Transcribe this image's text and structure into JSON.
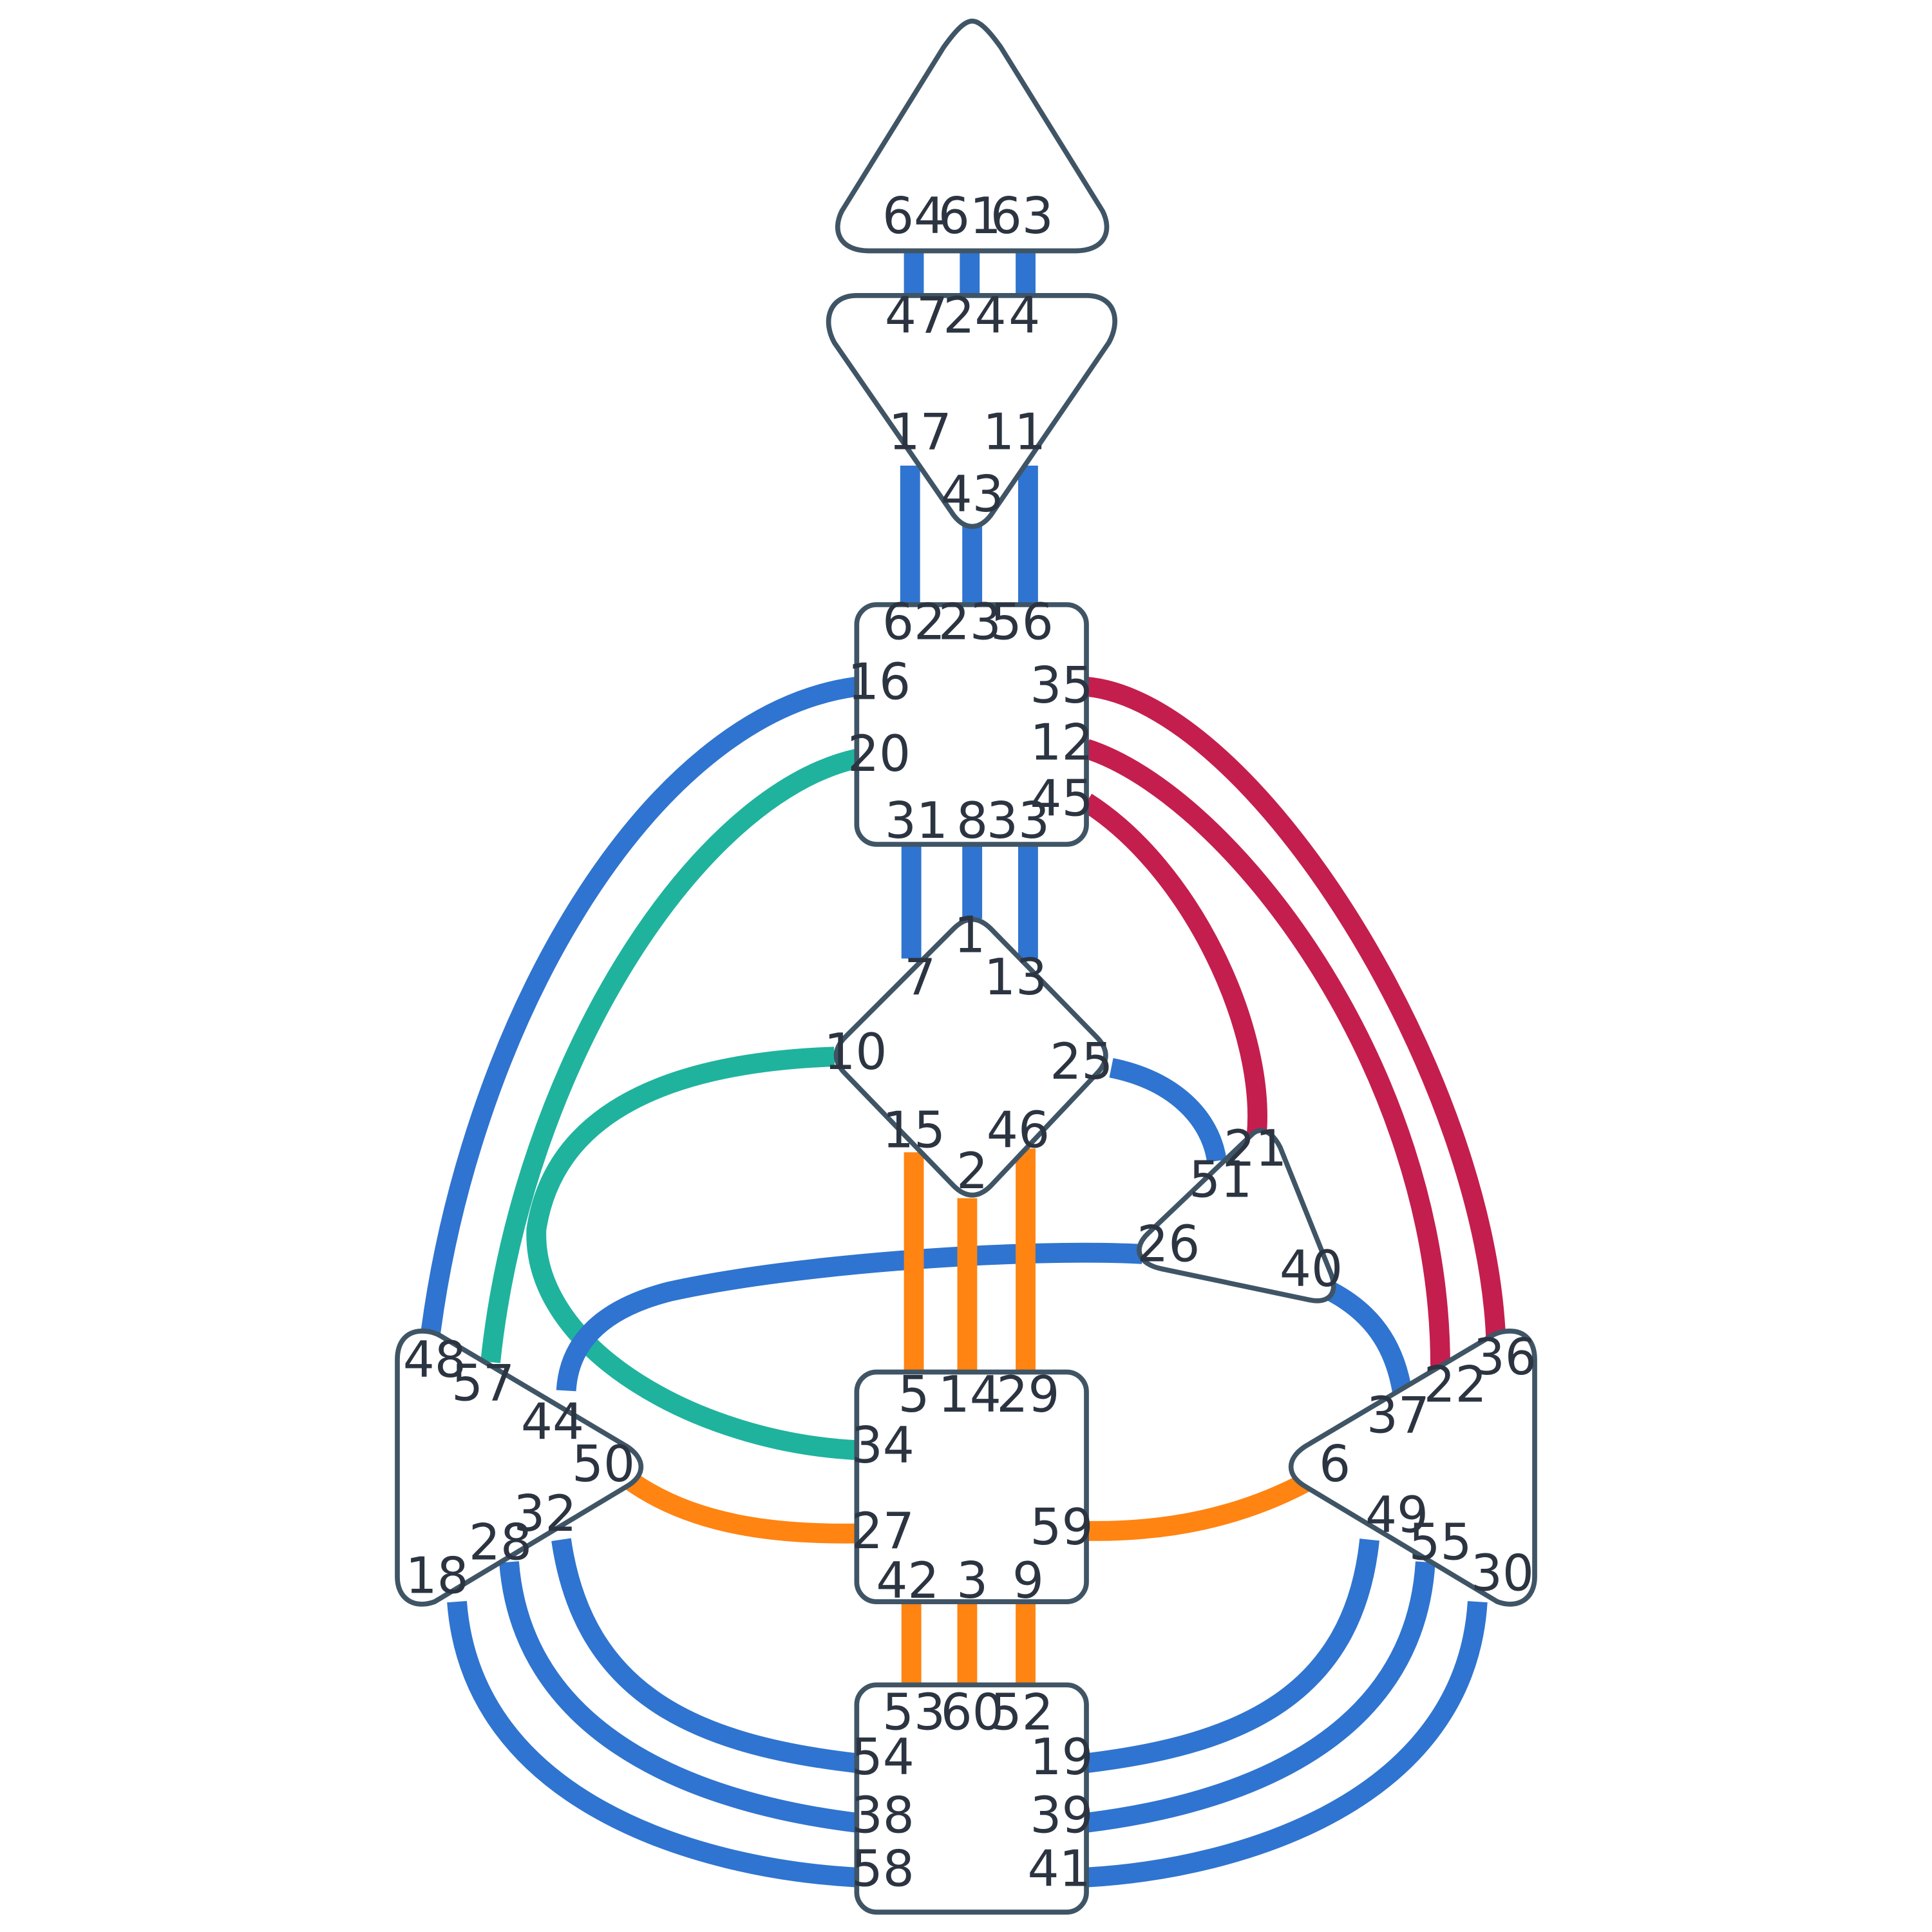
{
  "colors": {
    "blue": "#2f74d0",
    "teal": "#1fb39e",
    "crimson": "#c41e4e",
    "orange": "#ff8412",
    "outline": "#3f5566"
  },
  "centers": [
    {
      "id": "head",
      "gates": [
        "64",
        "61",
        "63"
      ]
    },
    {
      "id": "ajna",
      "gates": [
        "47",
        "24",
        "4",
        "17",
        "11",
        "43"
      ]
    },
    {
      "id": "throat",
      "gates": [
        "62",
        "23",
        "56",
        "16",
        "35",
        "20",
        "12",
        "45",
        "31",
        "8",
        "33"
      ]
    },
    {
      "id": "g",
      "gates": [
        "1",
        "7",
        "13",
        "10",
        "25",
        "15",
        "46",
        "2"
      ]
    },
    {
      "id": "ego",
      "gates": [
        "21",
        "51",
        "26",
        "40"
      ]
    },
    {
      "id": "spleen",
      "gates": [
        "48",
        "57",
        "44",
        "50",
        "32",
        "28",
        "18"
      ]
    },
    {
      "id": "sacral",
      "gates": [
        "5",
        "14",
        "29",
        "34",
        "27",
        "59",
        "42",
        "3",
        "9"
      ]
    },
    {
      "id": "solar-plexus",
      "gates": [
        "36",
        "22",
        "37",
        "6",
        "49",
        "55",
        "30"
      ]
    },
    {
      "id": "root",
      "gates": [
        "53",
        "60",
        "52",
        "54",
        "19",
        "38",
        "39",
        "58",
        "41"
      ]
    }
  ],
  "channels": [
    {
      "gates": [
        "64",
        "47"
      ],
      "color": "blue"
    },
    {
      "gates": [
        "61",
        "24"
      ],
      "color": "blue"
    },
    {
      "gates": [
        "63",
        "4"
      ],
      "color": "blue"
    },
    {
      "gates": [
        "17",
        "62"
      ],
      "color": "blue"
    },
    {
      "gates": [
        "43",
        "23"
      ],
      "color": "blue"
    },
    {
      "gates": [
        "11",
        "56"
      ],
      "color": "blue"
    },
    {
      "gates": [
        "31",
        "7"
      ],
      "color": "blue"
    },
    {
      "gates": [
        "8",
        "1"
      ],
      "color": "blue"
    },
    {
      "gates": [
        "33",
        "13"
      ],
      "color": "blue"
    },
    {
      "gates": [
        "16",
        "48"
      ],
      "color": "blue"
    },
    {
      "gates": [
        "20",
        "57"
      ],
      "color": "teal"
    },
    {
      "gates": [
        "10",
        "34"
      ],
      "color": "teal"
    },
    {
      "gates": [
        "35",
        "36"
      ],
      "color": "crimson"
    },
    {
      "gates": [
        "12",
        "22"
      ],
      "color": "crimson"
    },
    {
      "gates": [
        "45",
        "21"
      ],
      "color": "crimson"
    },
    {
      "gates": [
        "25",
        "51"
      ],
      "color": "blue"
    },
    {
      "gates": [
        "26",
        "44"
      ],
      "color": "blue"
    },
    {
      "gates": [
        "40",
        "37"
      ],
      "color": "blue"
    },
    {
      "gates": [
        "15",
        "5"
      ],
      "color": "orange"
    },
    {
      "gates": [
        "2",
        "14"
      ],
      "color": "orange"
    },
    {
      "gates": [
        "46",
        "29"
      ],
      "color": "orange"
    },
    {
      "gates": [
        "50",
        "27"
      ],
      "color": "orange"
    },
    {
      "gates": [
        "59",
        "6"
      ],
      "color": "orange"
    },
    {
      "gates": [
        "42",
        "53"
      ],
      "color": "orange"
    },
    {
      "gates": [
        "3",
        "60"
      ],
      "color": "orange"
    },
    {
      "gates": [
        "9",
        "52"
      ],
      "color": "orange"
    },
    {
      "gates": [
        "32",
        "54"
      ],
      "color": "blue"
    },
    {
      "gates": [
        "28",
        "38"
      ],
      "color": "blue"
    },
    {
      "gates": [
        "18",
        "58"
      ],
      "color": "blue"
    },
    {
      "gates": [
        "49",
        "19"
      ],
      "color": "blue"
    },
    {
      "gates": [
        "55",
        "39"
      ],
      "color": "blue"
    },
    {
      "gates": [
        "30",
        "41"
      ],
      "color": "blue"
    }
  ]
}
